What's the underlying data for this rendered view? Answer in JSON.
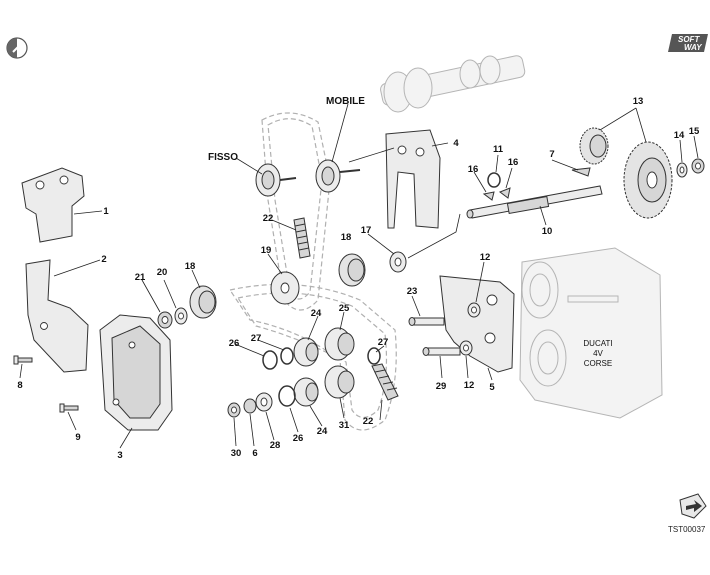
{
  "header": {
    "brand_logo": {
      "line1": "SOFT",
      "line2": "WAY",
      "icon": "softway-logo-icon"
    },
    "corner_badge_icon": "half-circle-badge-icon"
  },
  "diagram": {
    "tags": {
      "fixed": "FISSO",
      "mobile": "MOBILE"
    },
    "parts": [
      "1",
      "2",
      "3",
      "4",
      "5",
      "6",
      "7",
      "8",
      "9",
      "10",
      "11",
      "12",
      "13",
      "14",
      "15",
      "16",
      "17",
      "18",
      "19",
      "20",
      "21",
      "22",
      "23",
      "24",
      "25",
      "26",
      "27",
      "28",
      "29",
      "30",
      "31"
    ],
    "engine_label": [
      "DUCATI",
      "4V",
      "CORSE"
    ]
  },
  "footer": {
    "drawing_code": "TST00037",
    "arrow_icon": "next-page-arrow-icon"
  }
}
